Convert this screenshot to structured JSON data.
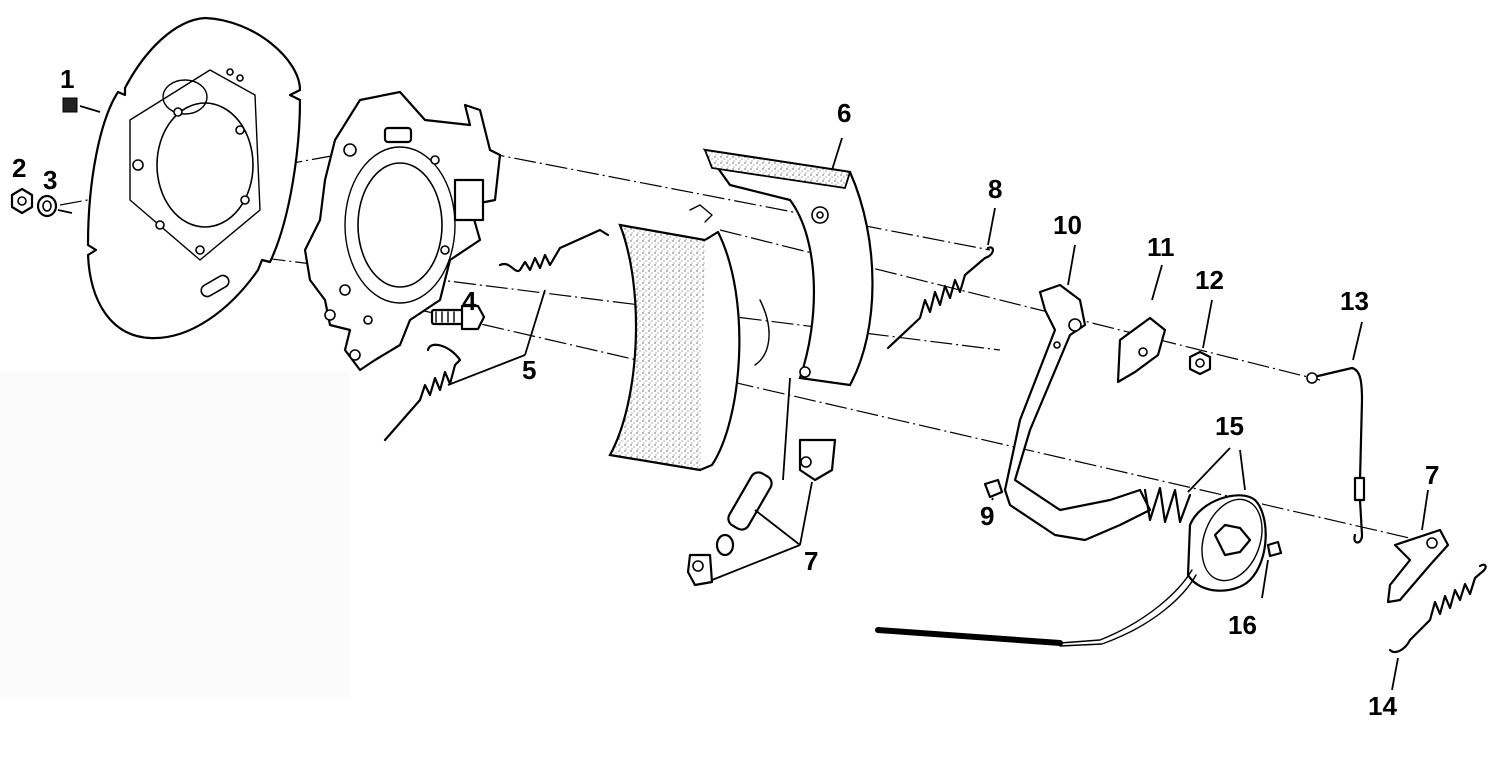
{
  "callouts": {
    "c1": "1",
    "c2": "2",
    "c3": "3",
    "c4": "4",
    "c5": "5",
    "c6": "6",
    "c7a": "7",
    "c7b": "7",
    "c8": "8",
    "c9": "9",
    "c10": "10",
    "c11": "11",
    "c12": "12",
    "c13": "13",
    "c14": "14",
    "c15": "15",
    "c16": "16"
  },
  "colors": {
    "line": "#000000",
    "background": "#ffffff",
    "lining": "#bdbdbd"
  }
}
